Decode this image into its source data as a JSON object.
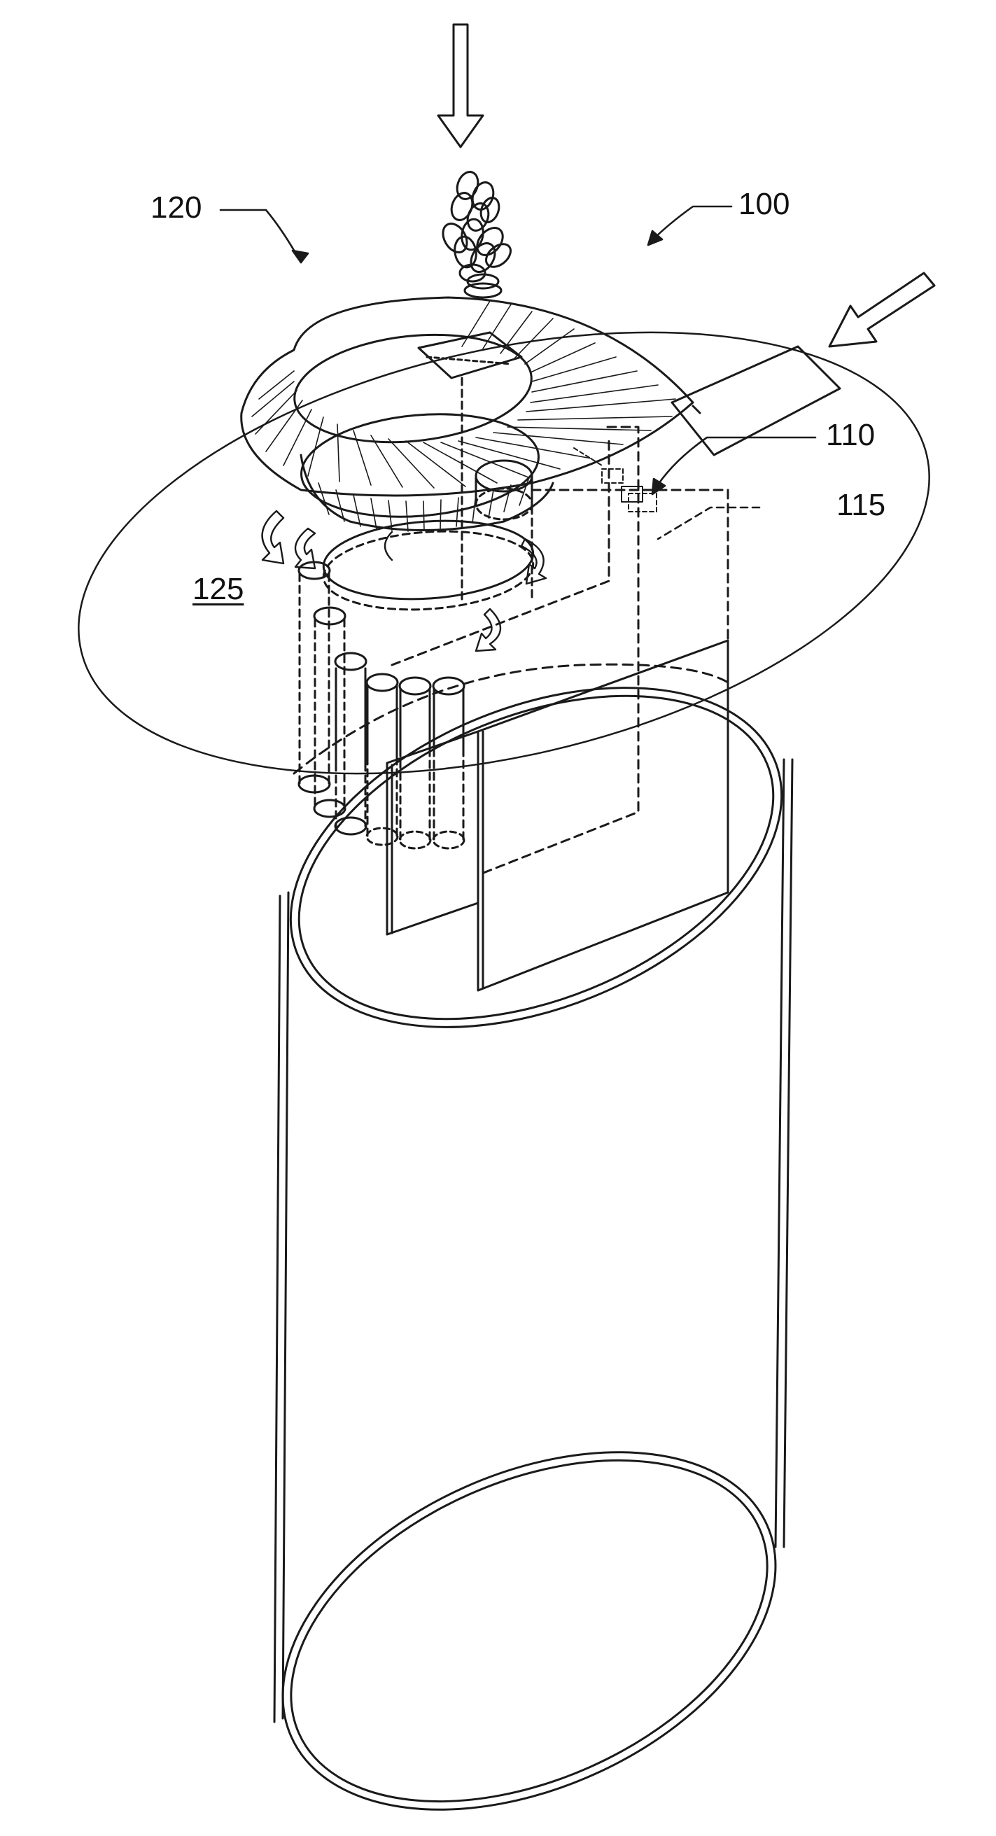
{
  "figure": {
    "reference_numerals": {
      "apparatus": "100",
      "sensor": "110",
      "sensor_line": "115",
      "separator_assembly": "120",
      "tray": "125"
    },
    "colors": {
      "ink": "#1a1a1a",
      "background": "#ffffff"
    }
  }
}
